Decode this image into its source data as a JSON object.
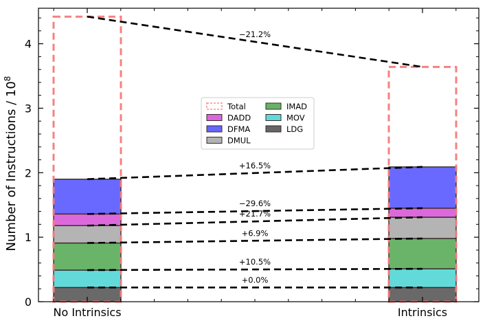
{
  "chart_data": {
    "type": "bar",
    "stacked": true,
    "categories": [
      "No Intrinsics",
      "Intrinsics"
    ],
    "ylabel": "Number of Instructions / 10",
    "ylabel_exponent": "8",
    "ylim": [
      0,
      4.55
    ],
    "yticks": [
      "0",
      "1",
      "2",
      "3",
      "4"
    ],
    "series": [
      {
        "name": "LDG",
        "values": [
          0.22,
          0.22
        ],
        "color": "#666666"
      },
      {
        "name": "MOV",
        "values": [
          0.27,
          0.29
        ],
        "color": "#5fd9d9"
      },
      {
        "name": "IMAD",
        "values": [
          0.42,
          0.47
        ],
        "color": "#66b266"
      },
      {
        "name": "DMUL",
        "values": [
          0.27,
          0.33
        ],
        "color": "#b3b3b3"
      },
      {
        "name": "DADD",
        "values": [
          0.18,
          0.14
        ],
        "color": "#db66db"
      },
      {
        "name": "DFMA",
        "values": [
          0.54,
          0.64
        ],
        "color": "#6666ff"
      }
    ],
    "total": {
      "name": "Total",
      "values": [
        4.42,
        3.64
      ],
      "color": "#f47a7a"
    },
    "annotations": [
      {
        "text": "+0.0%",
        "from": 0.22,
        "to": 0.22
      },
      {
        "text": "+10.5%",
        "from": 0.49,
        "to": 0.51
      },
      {
        "text": "+6.9%",
        "from": 0.91,
        "to": 0.98
      },
      {
        "text": "+21.7%",
        "from": 1.18,
        "to": 1.31
      },
      {
        "text": "−29.6%",
        "from": 1.36,
        "to": 1.45
      },
      {
        "text": "+16.5%",
        "from": 1.9,
        "to": 2.09
      },
      {
        "text": "−21.2%",
        "from": 4.42,
        "to": 3.64
      }
    ],
    "legend": {
      "placement": "center",
      "entries": [
        {
          "name": "Total",
          "style": "dashed"
        },
        {
          "name": "DADD"
        },
        {
          "name": "DFMA"
        },
        {
          "name": "DMUL"
        },
        {
          "name": "IMAD"
        },
        {
          "name": "MOV"
        },
        {
          "name": "LDG"
        }
      ]
    },
    "grid": false
  }
}
